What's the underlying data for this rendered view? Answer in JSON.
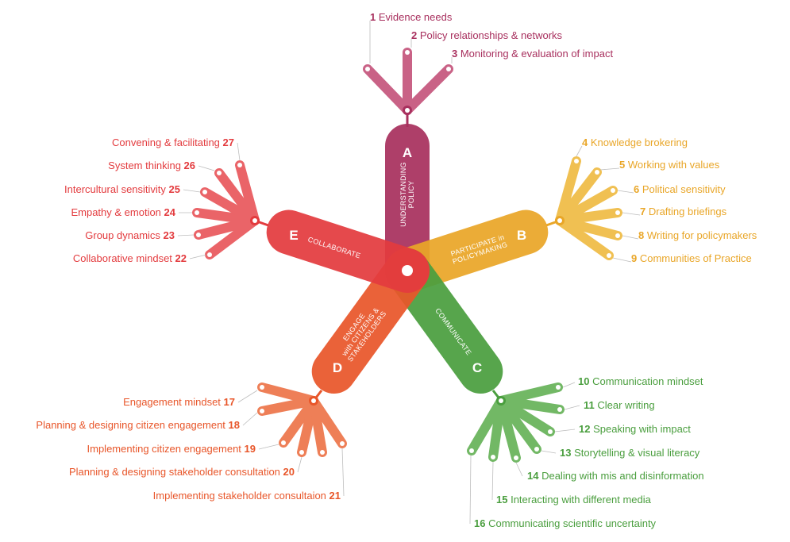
{
  "clusters": [
    {
      "letter": "A",
      "title": "UNDERSTANDING POLICY",
      "title_lines": [
        "UNDERSTANDING",
        "POLICY"
      ],
      "color": "#a8305e",
      "finger_color": "#c96286",
      "items": [
        {
          "num": "1",
          "label": "Evidence needs"
        },
        {
          "num": "2",
          "label": "Policy relationships & networks"
        },
        {
          "num": "3",
          "label": "Monitoring & evaluation of impact"
        }
      ]
    },
    {
      "letter": "B",
      "title": "PARTICIPATE in POLICYMAKING",
      "title_lines": [
        "PARTICIPATE in",
        "POLICYMAKING"
      ],
      "color": "#e9a628",
      "finger_color": "#f0c052",
      "items": [
        {
          "num": "4",
          "label": "Knowledge brokering"
        },
        {
          "num": "5",
          "label": "Working with values"
        },
        {
          "num": "6",
          "label": "Political sensitivity"
        },
        {
          "num": "7",
          "label": "Drafting briefings"
        },
        {
          "num": "8",
          "label": "Writing for policymakers"
        },
        {
          "num": "9",
          "label": "Communities of Practice"
        }
      ]
    },
    {
      "letter": "C",
      "title": "COMMUNICATE",
      "title_lines": [
        "COMMUNICATE"
      ],
      "color": "#4a9e3e",
      "finger_color": "#72b865",
      "items": [
        {
          "num": "10",
          "label": "Communication mindset"
        },
        {
          "num": "11",
          "label": "Clear writing"
        },
        {
          "num": "12",
          "label": "Speaking with impact"
        },
        {
          "num": "13",
          "label": "Storytelling & visual literacy"
        },
        {
          "num": "14",
          "label": "Dealing with mis and disinformation"
        },
        {
          "num": "15",
          "label": "Interacting with different media"
        },
        {
          "num": "16",
          "label": "Communicating scientific uncertainty"
        }
      ]
    },
    {
      "letter": "D",
      "title": "ENGAGE with CITIZENS & STAKEHOLDERS",
      "title_lines": [
        "ENGAGE",
        "with CITIZENS &",
        "STAKEHOLDERS"
      ],
      "color": "#e8562a",
      "finger_color": "#ee7f57",
      "items": [
        {
          "num": "17",
          "label": "Engagement mindset"
        },
        {
          "num": "18",
          "label": "Planning & designing citizen engagement"
        },
        {
          "num": "19",
          "label": "Implementing citizen engagement"
        },
        {
          "num": "20",
          "label": "Planning & designing stakeholder consultation"
        },
        {
          "num": "21",
          "label": "Implementing stakeholder consultaion"
        }
      ]
    },
    {
      "letter": "E",
      "title": "COLLABORATE",
      "title_lines": [
        "COLLABORATE"
      ],
      "color": "#e33b3e",
      "finger_color": "#ea6468",
      "items": [
        {
          "num": "22",
          "label": "Collaborative mindset"
        },
        {
          "num": "23",
          "label": "Group dynamics"
        },
        {
          "num": "24",
          "label": "Empathy & emotion"
        },
        {
          "num": "25",
          "label": "Intercultural sensitivity"
        },
        {
          "num": "26",
          "label": "System thinking"
        },
        {
          "num": "27",
          "label": "Convening & facilitating"
        }
      ]
    }
  ]
}
